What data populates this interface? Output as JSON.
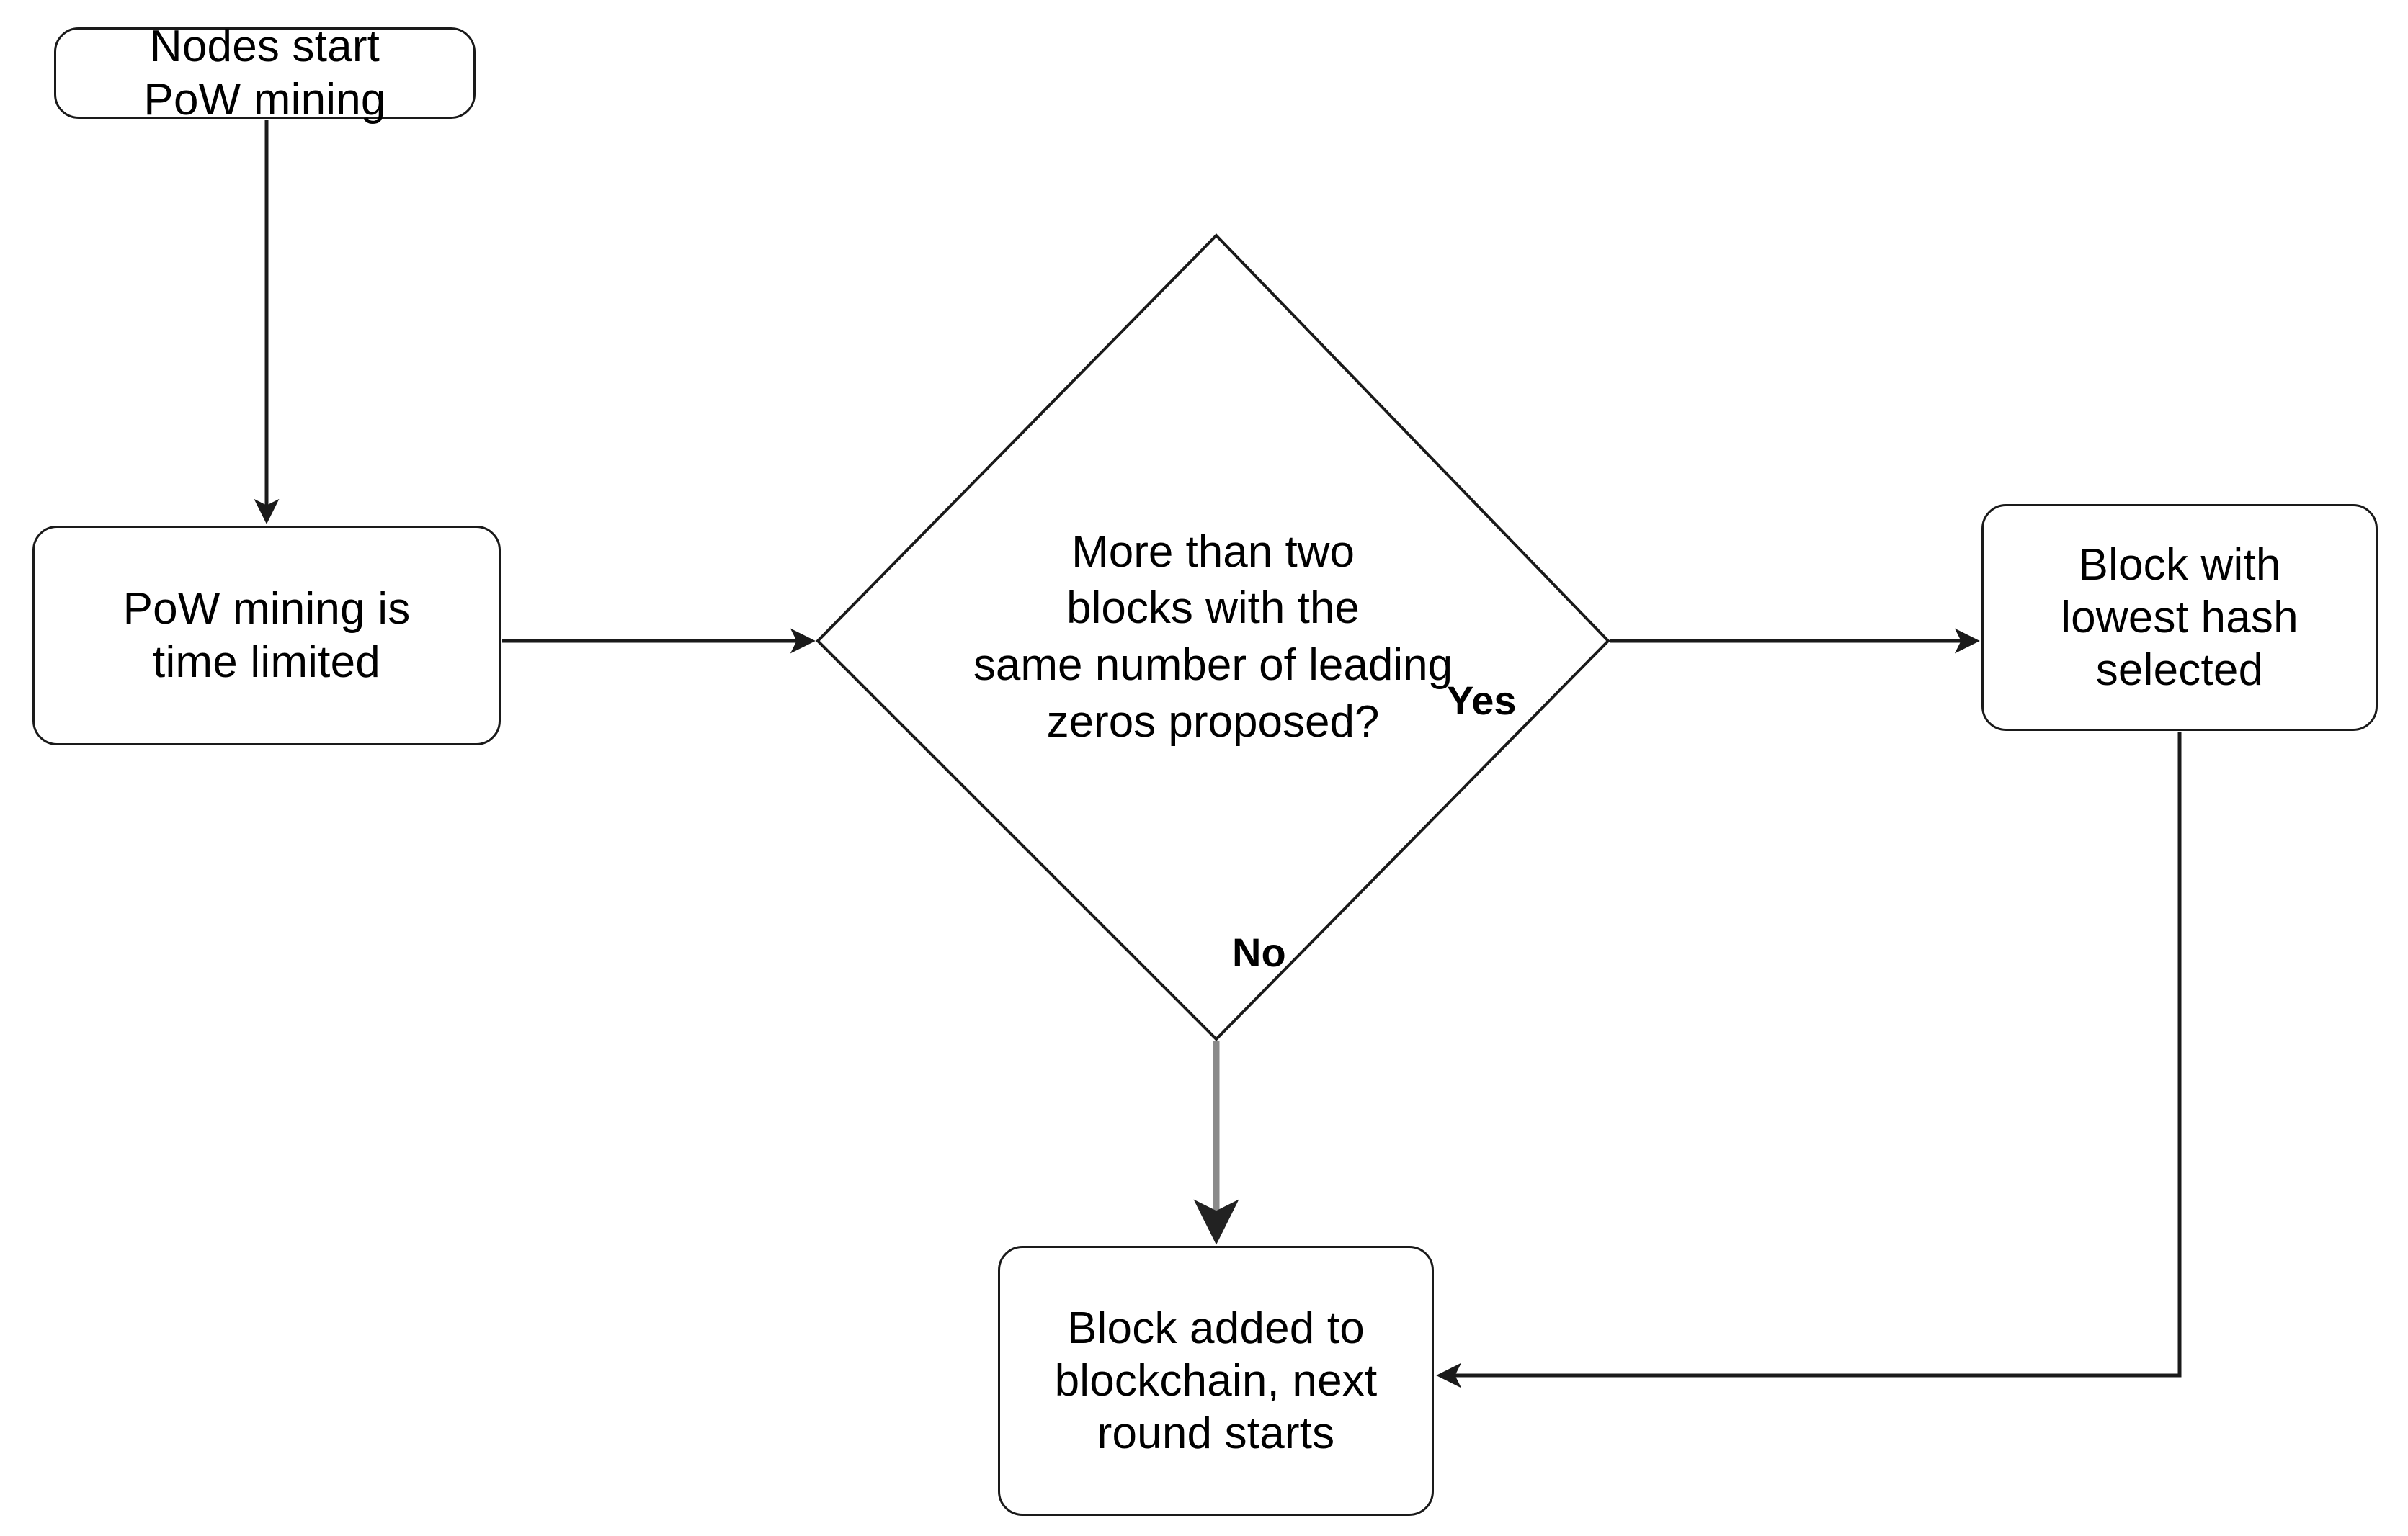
{
  "diagram": {
    "title": "Proof-of-Work mining round flowchart",
    "type": "flowchart",
    "background_color": "#ffffff",
    "stroke_color": "#1a1a1a",
    "text_color": "#000000",
    "muted_edge_color": "#777777"
  },
  "nodes": {
    "start": {
      "id": "start",
      "shape": "rounded-rectangle",
      "label": "Nodes start\nPoW mining"
    },
    "time_limited": {
      "id": "time_limited",
      "shape": "rounded-rectangle",
      "label": "PoW mining is\ntime limited"
    },
    "decision": {
      "id": "decision",
      "shape": "diamond",
      "label": "More than two\nblocks with the\nsame number of leading\nzeros proposed?"
    },
    "lowest_hash": {
      "id": "lowest_hash",
      "shape": "rounded-rectangle",
      "label": "Block with\nlowest hash\nselected"
    },
    "block_added": {
      "id": "block_added",
      "shape": "rounded-rectangle",
      "label": "Block added to\nblockchain, next\nround starts"
    }
  },
  "edges": [
    {
      "id": "e-start-timelimited",
      "from": "start",
      "to": "time_limited",
      "label": "",
      "color": "#1a1a1a"
    },
    {
      "id": "e-timelimited-decision",
      "from": "time_limited",
      "to": "decision",
      "label": "",
      "color": "#1a1a1a"
    },
    {
      "id": "e-decision-lowest",
      "from": "decision",
      "to": "lowest_hash",
      "label": "Yes",
      "color": "#1a1a1a"
    },
    {
      "id": "e-decision-added",
      "from": "decision",
      "to": "block_added",
      "label": "No",
      "color": "#777777"
    },
    {
      "id": "e-lowest-added",
      "from": "lowest_hash",
      "to": "block_added",
      "label": "",
      "color": "#1a1a1a"
    }
  ],
  "edge_labels": {
    "yes": "Yes",
    "no": "No"
  }
}
